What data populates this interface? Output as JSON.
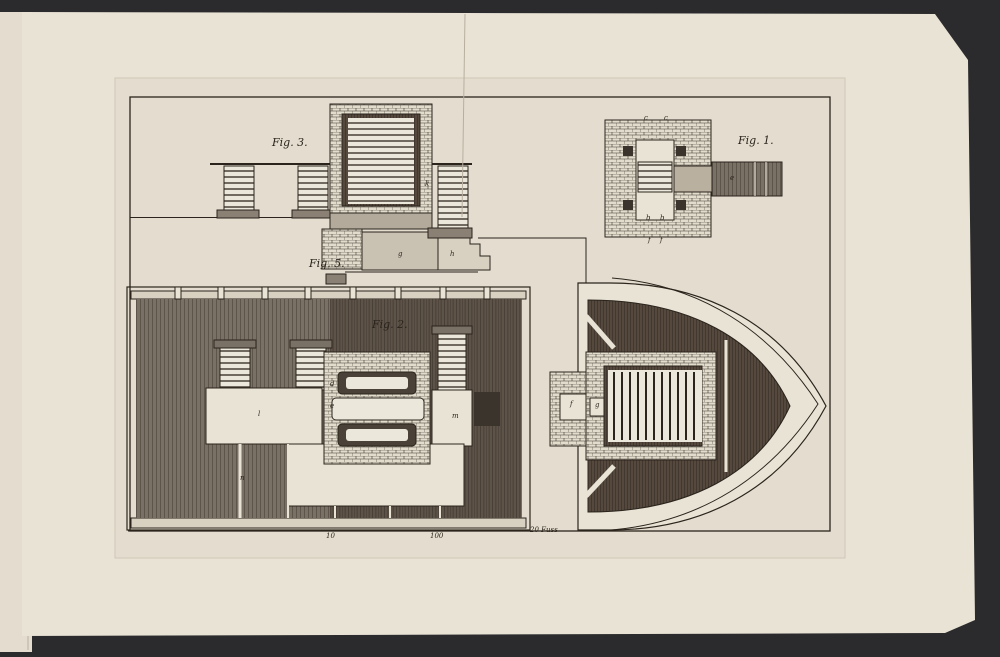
{
  "colors": {
    "background": "#2b2b2d",
    "paper": "#e9e3d6",
    "ink": "#2a241c",
    "wood_dark": "#5b5248",
    "wood_mid": "#8a8074"
  },
  "figures": {
    "fig1": "Fig. 1.",
    "fig2": "Fig. 2.",
    "fig3": "Fig. 3.",
    "fig5": "Fig. 5."
  },
  "letters": {
    "fig3_k": "k",
    "fig3_g": "g",
    "fig3_h": "h",
    "fig1_c1": "c",
    "fig1_c2": "c",
    "fig1_b1": "b",
    "fig1_b2": "b",
    "fig1_e": "e",
    "fig1_f1": "f",
    "fig1_f2": "f",
    "fig2_l": "l",
    "fig2_m": "m",
    "fig2_d": "d",
    "fig2_e": "e",
    "fig2_n": "n",
    "boat_f": "f",
    "boat_g": "g"
  },
  "scale": {
    "mark_10": "10",
    "mark_100": "100",
    "unit": "20 Fuss"
  }
}
